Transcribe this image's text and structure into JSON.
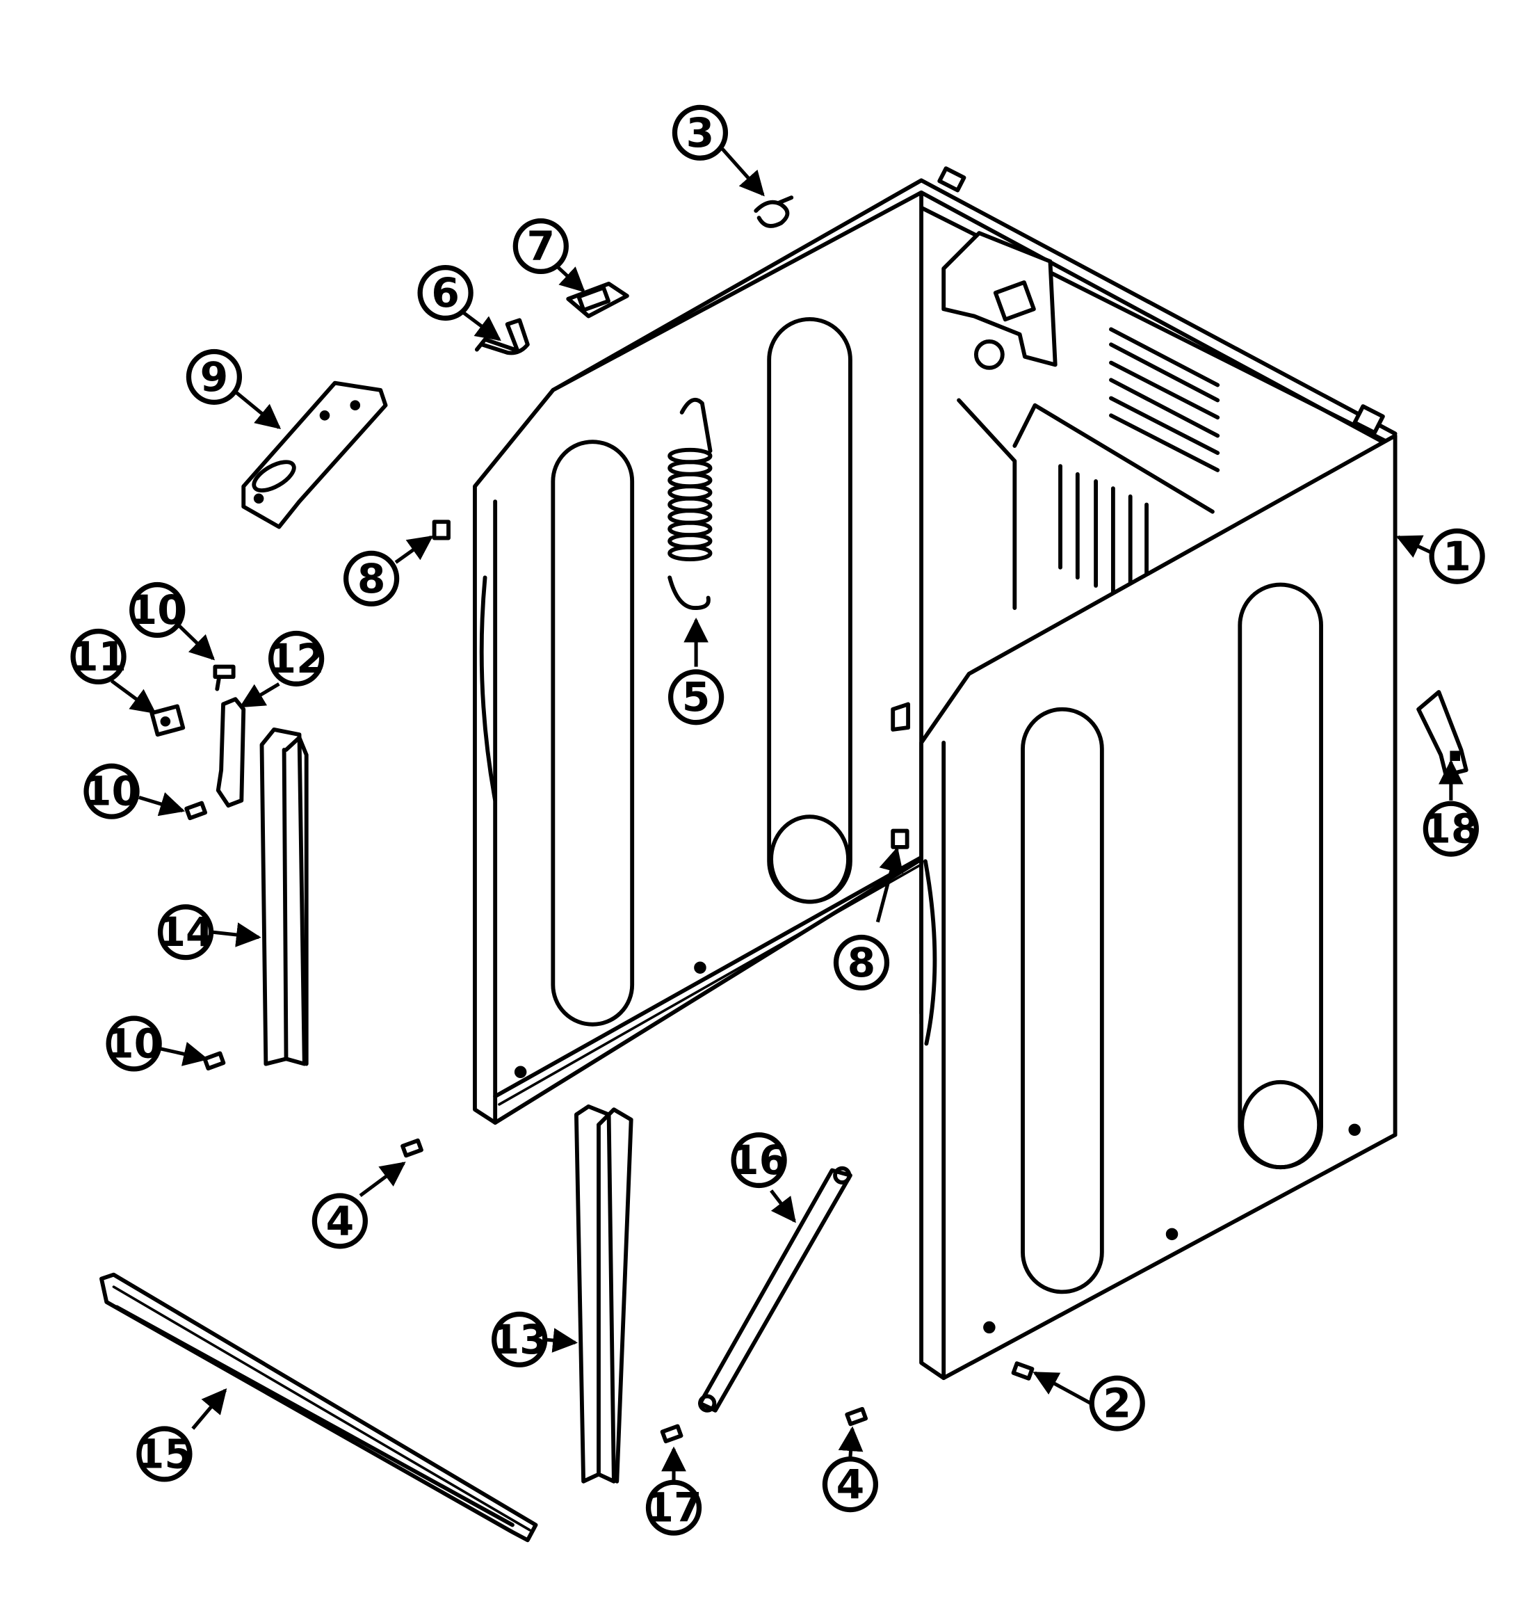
{
  "diagram": {
    "callouts": [
      {
        "id": "c1",
        "label": "1"
      },
      {
        "id": "c2",
        "label": "2"
      },
      {
        "id": "c3",
        "label": "3"
      },
      {
        "id": "c4a",
        "label": "4"
      },
      {
        "id": "c4b",
        "label": "4"
      },
      {
        "id": "c5",
        "label": "5"
      },
      {
        "id": "c6",
        "label": "6"
      },
      {
        "id": "c7",
        "label": "7"
      },
      {
        "id": "c8a",
        "label": "8"
      },
      {
        "id": "c8b",
        "label": "8"
      },
      {
        "id": "c9",
        "label": "9"
      },
      {
        "id": "c10a",
        "label": "10"
      },
      {
        "id": "c10b",
        "label": "10"
      },
      {
        "id": "c10c",
        "label": "10"
      },
      {
        "id": "c11",
        "label": "11"
      },
      {
        "id": "c12",
        "label": "12"
      },
      {
        "id": "c13",
        "label": "13"
      },
      {
        "id": "c14",
        "label": "14"
      },
      {
        "id": "c15",
        "label": "15"
      },
      {
        "id": "c16",
        "label": "16"
      },
      {
        "id": "c17",
        "label": "17"
      },
      {
        "id": "c18",
        "label": "18"
      }
    ]
  }
}
